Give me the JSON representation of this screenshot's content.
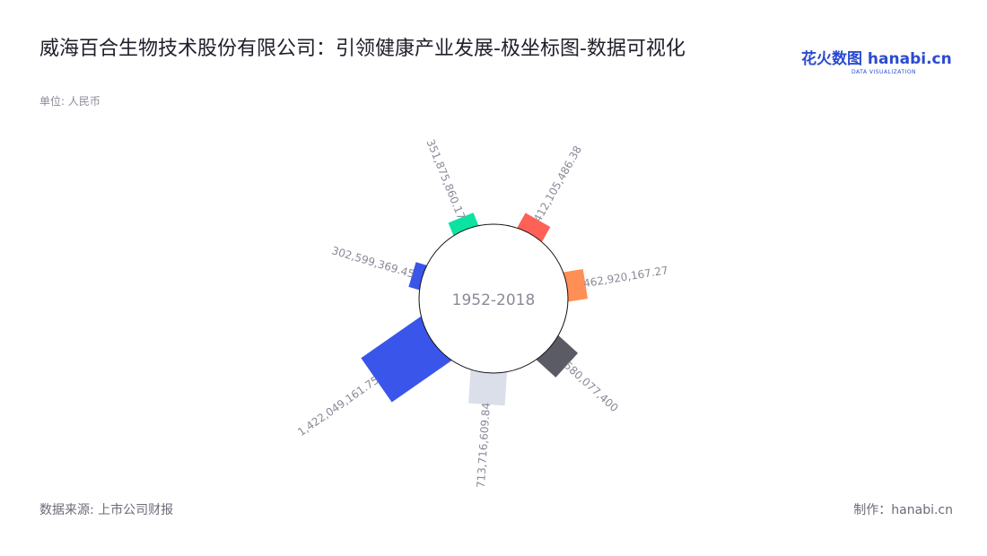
{
  "title": "威海百合生物技术股份有限公司：引领健康产业发展-极坐标图-数据可视化",
  "unit": "单位: 人民币",
  "source": "数据来源: 上市公司财报",
  "maker": "制作：hanabi.cn",
  "logo": {
    "text": "花火数图 hanabi.cn",
    "sub": "DATA VISUALIZATION"
  },
  "chart_data": {
    "type": "bar",
    "polar": true,
    "center_label": "1952-2018",
    "values": [
      351875860.17,
      412105486.38,
      462920167.27,
      580077400,
      713716609.84,
      1422049161.75,
      302599369.45
    ],
    "labels": [
      "351,875,860.17",
      "412,105,486.38",
      "462,920,167.27",
      "580,077,400",
      "713,716,609.84",
      "1,422,049,161.75",
      "302,599,369.45"
    ],
    "colors": [
      "#0ce3a3",
      "#ff6157",
      "#ff8f54",
      "#5b5b66",
      "#dadfe9",
      "#3a55ea",
      "#3a55ea"
    ]
  }
}
